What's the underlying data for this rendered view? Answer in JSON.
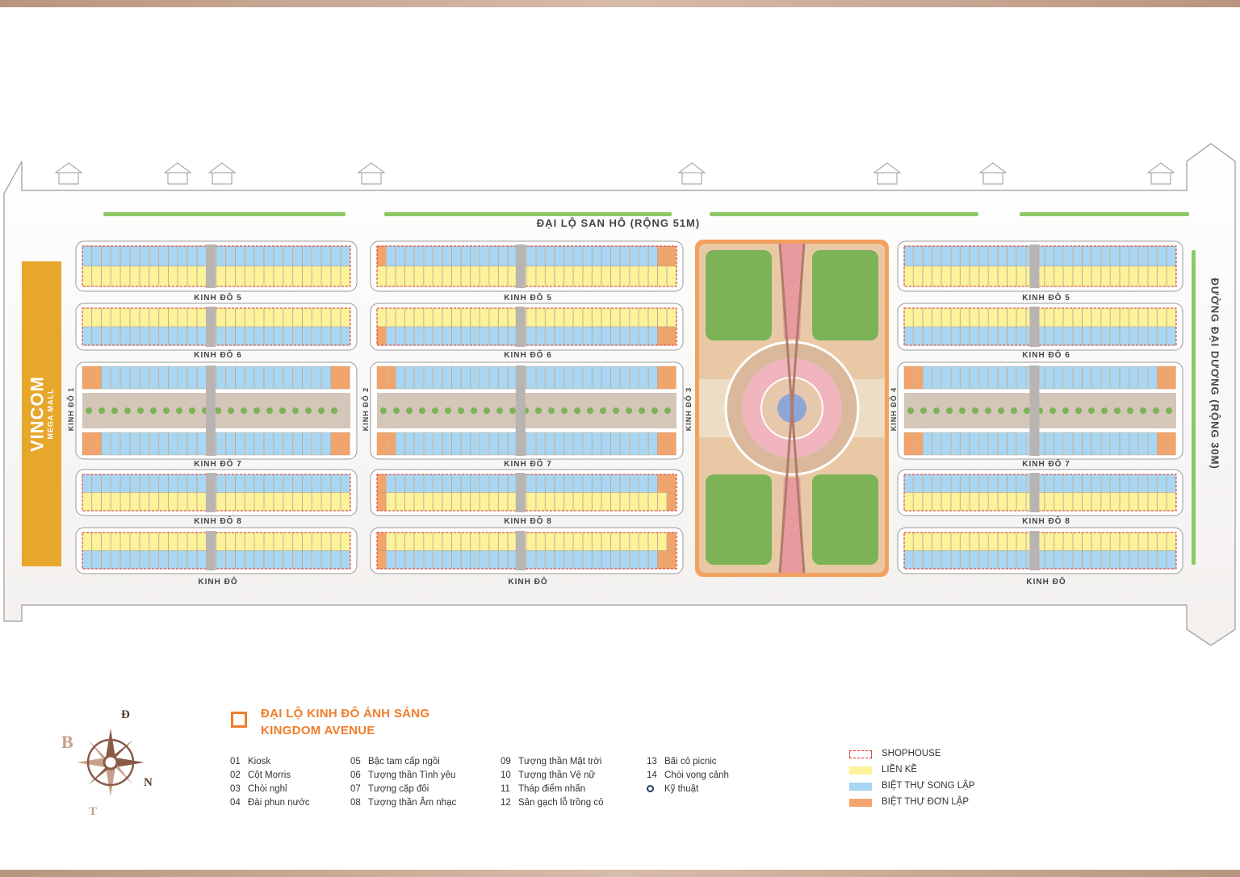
{
  "roads": {
    "top": "ĐẠI LỘ SAN HÔ (RỘNG 51M)",
    "right": "ĐƯỜNG ĐẠI DƯƠNG (RỘNG 30M)",
    "streets": [
      "KINH ĐÔ 5",
      "KINH ĐÔ 6",
      "KINH ĐÔ 7",
      "KINH ĐÔ 8",
      "KINH ĐÔ"
    ],
    "kd1": "KINH ĐÔ 1",
    "kd2": "KINH ĐÔ 2",
    "kd3": "KINH ĐÔ 3",
    "kd4": "KINH ĐÔ 4"
  },
  "mall": {
    "name": "VINCOM",
    "sub": "MEGA MALL"
  },
  "title": {
    "vi": "ĐẠI LỘ KINH ĐÔ ÁNH SÁNG",
    "en": "KINGDOM AVENUE"
  },
  "amenities": [
    {
      "no": "01",
      "name": "Kiosk"
    },
    {
      "no": "02",
      "name": "Cột Morris"
    },
    {
      "no": "03",
      "name": "Chòi nghỉ"
    },
    {
      "no": "04",
      "name": "Đài phun nước"
    },
    {
      "no": "05",
      "name": "Bậc tam cấp ngồi"
    },
    {
      "no": "06",
      "name": "Tượng thần Tình yêu"
    },
    {
      "no": "07",
      "name": "Tượng cặp đôi"
    },
    {
      "no": "08",
      "name": "Tượng thần Âm nhạc"
    },
    {
      "no": "09",
      "name": "Tượng thần Mặt trời"
    },
    {
      "no": "10",
      "name": "Tượng thần Vệ nữ"
    },
    {
      "no": "11",
      "name": "Tháp điểm nhấn"
    },
    {
      "no": "12",
      "name": "Sân gạch lỗ trồng cỏ"
    },
    {
      "no": "13",
      "name": "Bãi cỏ picnic"
    },
    {
      "no": "14",
      "name": "Chòi vọng cảnh"
    },
    {
      "no": "",
      "name": "Kỹ thuật"
    }
  ],
  "lot_types": [
    {
      "name": "SHOPHOUSE",
      "color": "#d9302c"
    },
    {
      "name": "LIỀN KỀ",
      "color": "#fbf29a"
    },
    {
      "name": "BIỆT THỰ SONG LẬP",
      "color": "#a9d6f2"
    },
    {
      "name": "BIỆT THỰ ĐƠN LẬP",
      "color": "#f3a46b"
    }
  ],
  "compass": {
    "n": "Đ",
    "w": "B",
    "e": "N",
    "s": "T"
  },
  "colors": {
    "brand": "#ef7d2b",
    "mall": "#e7a72b",
    "green": "#8cc866"
  }
}
